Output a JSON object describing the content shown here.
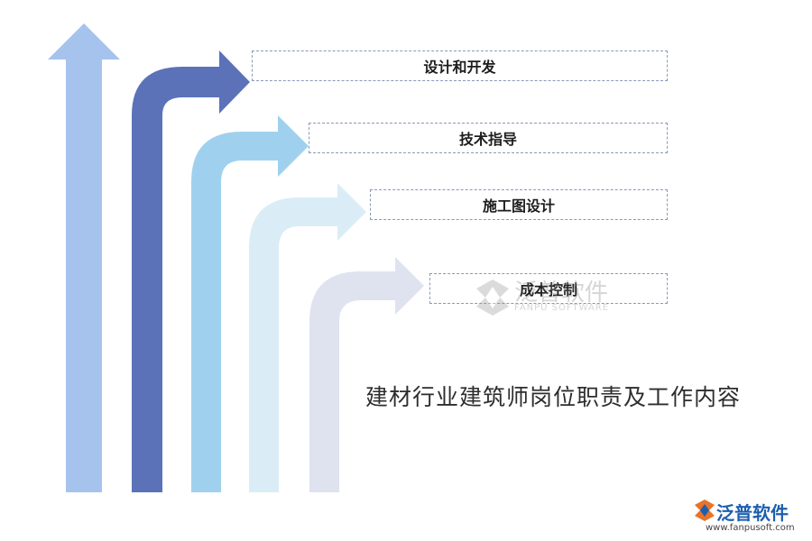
{
  "diagram": {
    "title": "建材行业建筑师岗位职责及工作内容",
    "items": [
      {
        "label": "设计和开发",
        "color": "#5b72b9"
      },
      {
        "label": "技术指导",
        "color": "#9fd1ef"
      },
      {
        "label": "施工图设计",
        "color": "#daedf7"
      },
      {
        "label": "成本控制",
        "color": "#dfe3ef"
      }
    ],
    "up_arrow_color": "#a5c3ed"
  },
  "watermark": {
    "name": "泛普软件",
    "english": "FANPU SOFTWARE"
  },
  "brand": {
    "name": "泛普软件",
    "url": "www.fanpusoft.com"
  }
}
